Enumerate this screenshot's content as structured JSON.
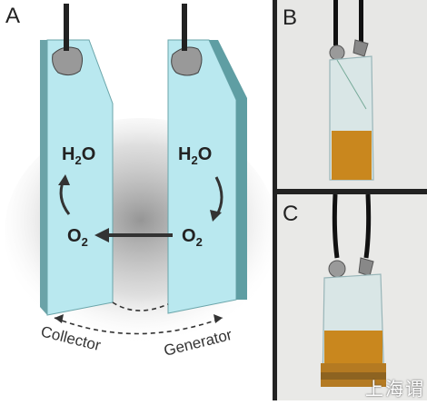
{
  "panels": {
    "a": {
      "letter": "A",
      "collector_label": "Collector",
      "generator_label": "Generator",
      "left_species_top": "H",
      "left_sub_top": "2",
      "left_species_top_tail": "O",
      "left_species_bottom": "O",
      "left_sub_bottom": "2",
      "right_species_top": "H",
      "right_sub_top": "2",
      "right_species_top_tail": "O",
      "right_species_bottom": "O",
      "right_sub_bottom": "2"
    },
    "b": {
      "letter": "B"
    },
    "c": {
      "letter": "C"
    }
  },
  "watermark": "上海谓",
  "colors": {
    "glass_face": "#b9e8ef",
    "glass_edge": "#5f9ea3",
    "border": "#1f1f1f",
    "solution": "#c9871e"
  },
  "icons": [
    "arrow-icon",
    "curved-arrow-icon",
    "clip-icon",
    "wire-icon"
  ]
}
